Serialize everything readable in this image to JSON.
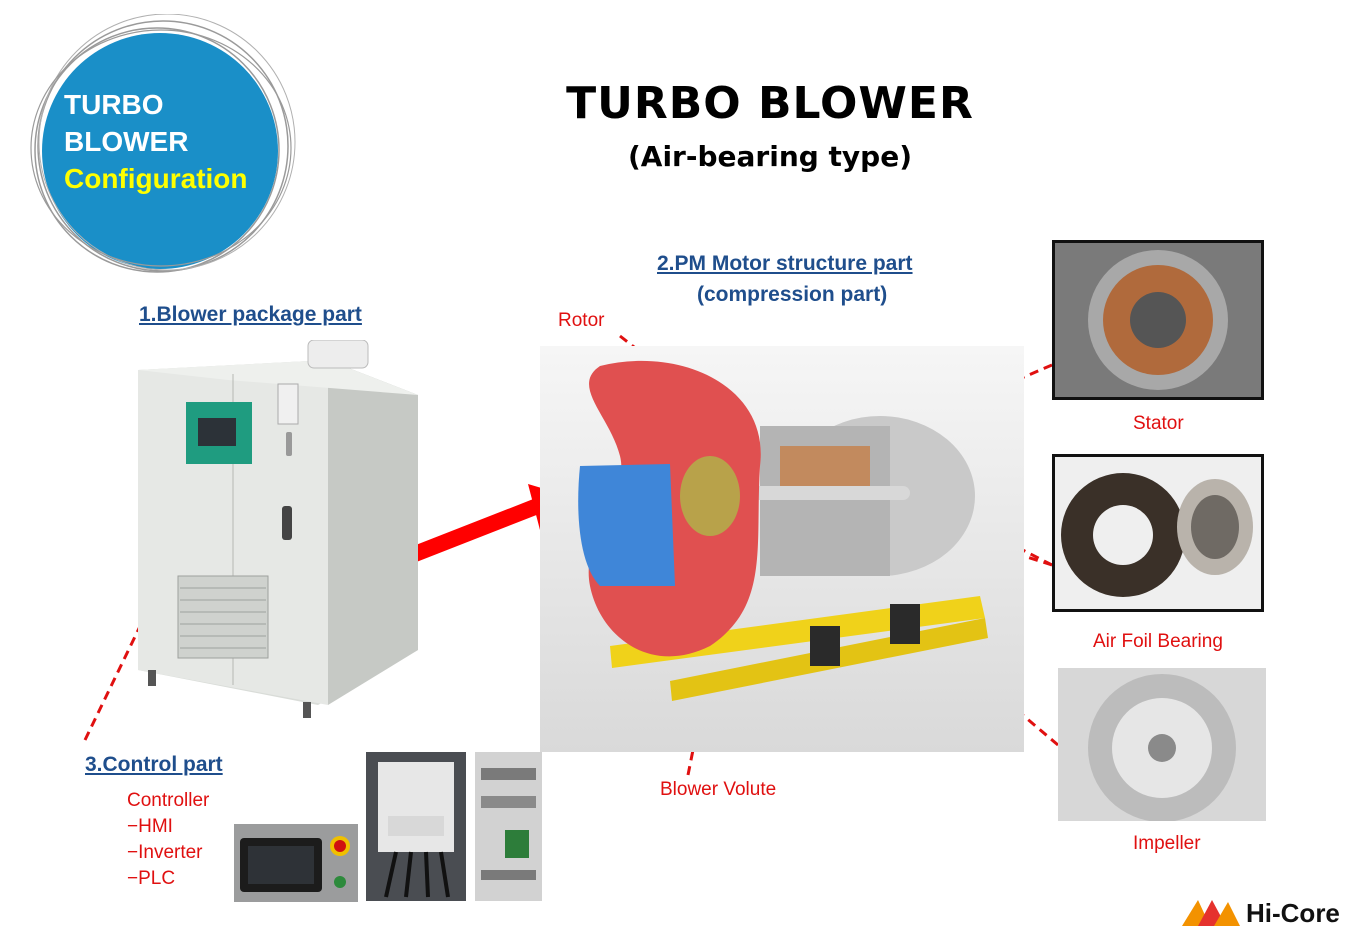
{
  "badge": {
    "line1": "TURBO",
    "line2": "BLOWER",
    "line3": "Configuration"
  },
  "title": "TURBO BLOWER",
  "subtitle": "(Air-bearing type)",
  "sections": {
    "blower_package": "1.Blower package part",
    "pm_motor": "2.PM Motor structure part",
    "pm_motor_sub": "(compression part)",
    "control": "3.Control part"
  },
  "control_items": [
    "Controller",
    "−HMI",
    "−Inverter",
    "−PLC"
  ],
  "labels": {
    "rotor": "Rotor",
    "stator": "Stator",
    "air_foil_bearing": "Air Foil Bearing",
    "impeller": "Impeller",
    "blower_volute": "Blower Volute"
  },
  "logo": {
    "text": "Hi-Core"
  },
  "colors": {
    "badge_blue": "#1a8fc8",
    "heading_blue": "#1f4e8c",
    "callout_red": "#e01010",
    "accent_yellow": "#ffff00"
  }
}
